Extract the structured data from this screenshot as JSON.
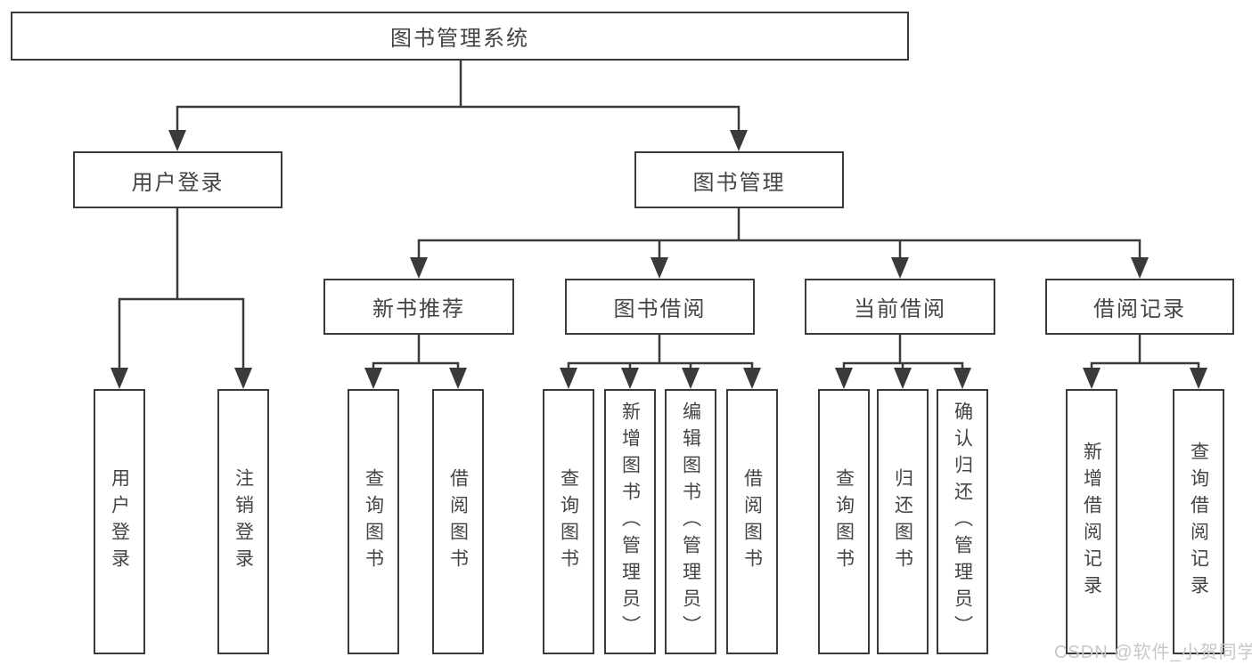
{
  "colors": {
    "line": "#3a3a3a",
    "text": "#444444",
    "watermark": "#c5c7ca",
    "background": "#ffffff"
  },
  "tree": {
    "label": "图书管理系统",
    "children": [
      {
        "label": "用户登录",
        "children": [
          {
            "label": "用户登录"
          },
          {
            "label": "注销登录"
          }
        ]
      },
      {
        "label": "图书管理",
        "children": [
          {
            "label": "新书推荐",
            "children": [
              {
                "label": "查询图书"
              },
              {
                "label": "借阅图书"
              }
            ]
          },
          {
            "label": "图书借阅",
            "children": [
              {
                "label": "查询图书"
              },
              {
                "label": "新增图书（管理员）"
              },
              {
                "label": "编辑图书（管理员）"
              },
              {
                "label": "借阅图书"
              }
            ]
          },
          {
            "label": "当前借阅",
            "children": [
              {
                "label": "查询图书"
              },
              {
                "label": "归还图书"
              },
              {
                "label": "确认归还（管理员）"
              }
            ]
          },
          {
            "label": "借阅记录",
            "children": [
              {
                "label": "新增借阅记录"
              },
              {
                "label": "查询借阅记录"
              }
            ]
          }
        ]
      }
    ]
  },
  "watermark": {
    "text": "CSDN @软件_小贺同学"
  }
}
